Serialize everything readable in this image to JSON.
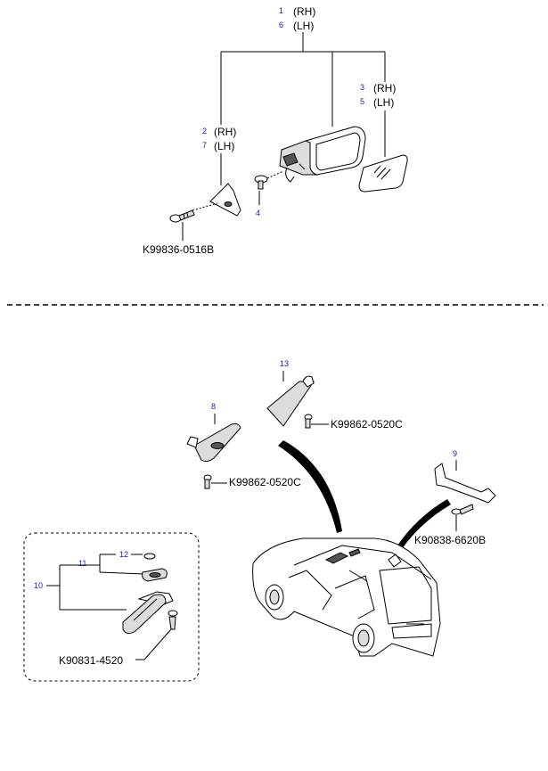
{
  "callouts": {
    "c1": "1",
    "c1_side": "(RH)",
    "c6": "6",
    "c6_side": "(LH)",
    "c2": "2",
    "c2_side": "(RH)",
    "c7": "7",
    "c7_side": "(LH)",
    "c3": "3",
    "c3_side": "(RH)",
    "c5": "5",
    "c5_side": "(LH)",
    "c4": "4",
    "c8": "8",
    "c9": "9",
    "c10": "10",
    "c11": "11",
    "c12": "12",
    "c13": "13"
  },
  "part_numbers": {
    "pn_screw_cover": "K99836-0516B",
    "pn_visor_screw_13": "K99862-0520C",
    "pn_visor_screw_8": "K99862-0520C",
    "pn_handle_screw_9": "K90838-6620B",
    "pn_mirror_screw": "K90831-4520"
  }
}
